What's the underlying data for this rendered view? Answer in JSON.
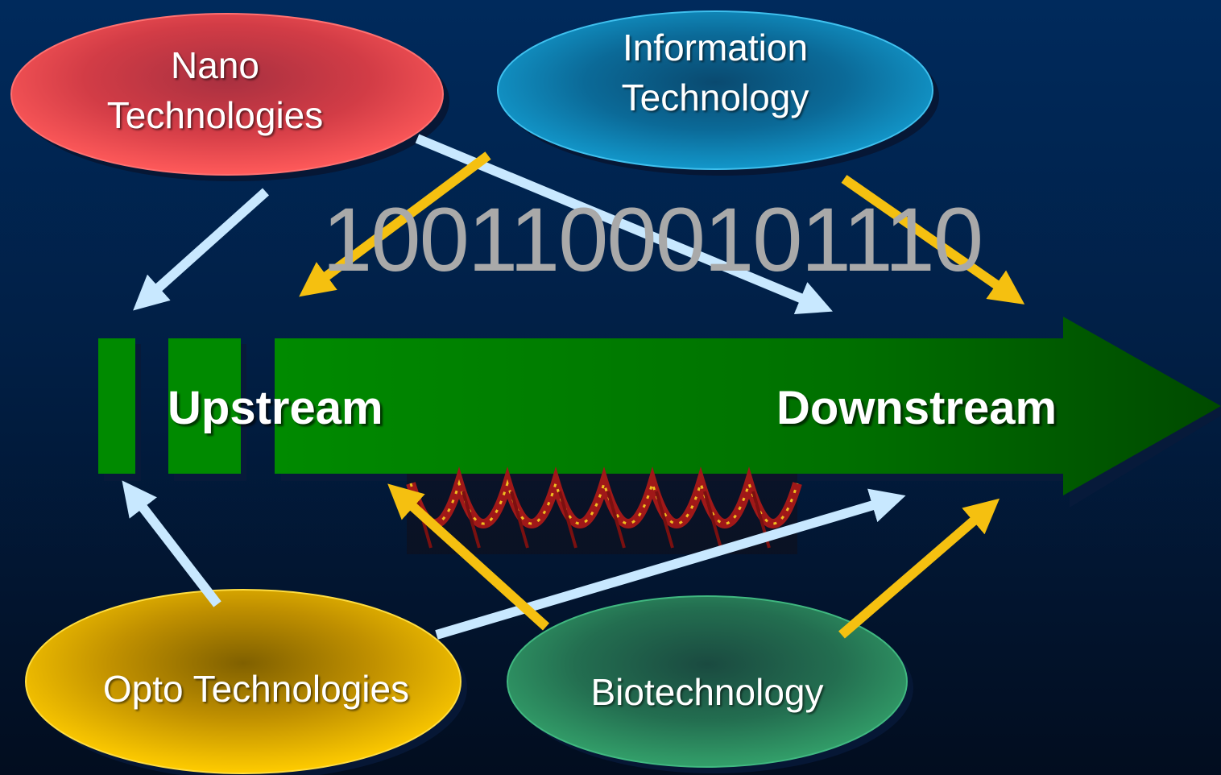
{
  "nodes": {
    "nano": {
      "line1": "Nano",
      "line2": "Technologies",
      "color": "#e8464c"
    },
    "info": {
      "line1": "Information",
      "line2": "Technology",
      "color": "#0f86b8"
    },
    "opto": {
      "label": "Opto Technologies",
      "color": "#e8b400"
    },
    "bio": {
      "label": "Biotechnology",
      "color": "#2e8a5a"
    }
  },
  "flow": {
    "upstream": "Upstream",
    "downstream": "Downstream",
    "color": "#008a00"
  },
  "binary_text": "10011000101110",
  "arrow_colors": {
    "light_blue": "#c8e8ff",
    "gold": "#f5c010"
  }
}
